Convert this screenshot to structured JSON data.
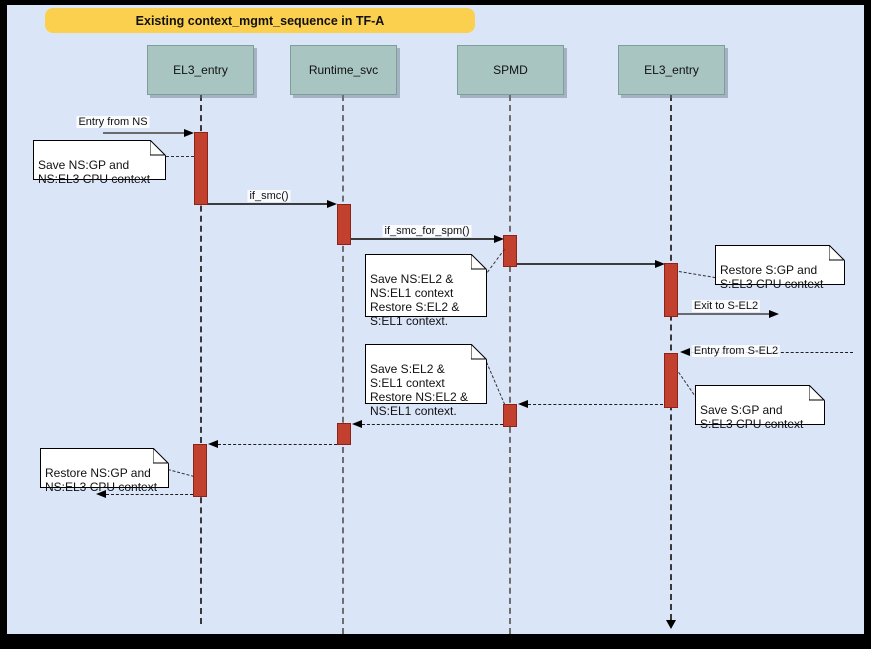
{
  "title": {
    "text": "Existing context_mgmt_sequence in TF-A",
    "background": "#fcd04f"
  },
  "participants": [
    {
      "label": "EL3_entry"
    },
    {
      "label": "Runtime_svc"
    },
    {
      "label": "SPMD"
    },
    {
      "label": "EL3_entry"
    }
  ],
  "messages": [
    {
      "label": "Entry from NS",
      "from": "NS",
      "to": "EL3_entry",
      "style": "solid"
    },
    {
      "label": "if_smc()",
      "from": "EL3_entry",
      "to": "Runtime_svc",
      "style": "solid"
    },
    {
      "label": "if_smc_for_spm()",
      "from": "Runtime_svc",
      "to": "SPMD",
      "style": "solid"
    },
    {
      "label": "",
      "from": "SPMD",
      "to": "EL3_entry",
      "style": "solid"
    },
    {
      "label": "Exit to S-EL2",
      "from": "EL3_entry",
      "to": "S-EL2",
      "style": "solid"
    },
    {
      "label": "Entry from S-EL2",
      "from": "S-EL2",
      "to": "EL3_entry",
      "style": "dashed"
    },
    {
      "label": "",
      "from": "EL3_entry",
      "to": "SPMD",
      "style": "dashed"
    },
    {
      "label": "",
      "from": "SPMD",
      "to": "Runtime_svc",
      "style": "dashed"
    },
    {
      "label": "",
      "from": "Runtime_svc",
      "to": "EL3_entry",
      "style": "dashed"
    },
    {
      "label": "",
      "from": "EL3_entry",
      "to": "NS",
      "style": "dashed"
    }
  ],
  "notes": [
    {
      "text": "Save NS:GP and\nNS:EL3 CPU context"
    },
    {
      "text": "Save NS:EL2 &\nNS:EL1 context\nRestore S:EL2 &\nS:EL1 context."
    },
    {
      "text": "Restore S:GP and\nS:EL3 CPU context"
    },
    {
      "text": "Save S:EL2 &\nS:EL1 context\nRestore NS:EL2 &\nNS:EL1 context."
    },
    {
      "text": "Save S:GP and\nS:EL3 CPU context"
    },
    {
      "text": "Restore NS:GP and\nNS:EL3 CPU context"
    }
  ],
  "colors": {
    "canvas_background": "#dbe5f8",
    "frame": "#000000",
    "participant_fill": "#a8c5c1",
    "participant_border": "#7e9e9b",
    "activation_fill": "#c2412e",
    "activation_border": "#8b2318",
    "note_fill": "#ffffff",
    "title_fill": "#fcd04f"
  }
}
